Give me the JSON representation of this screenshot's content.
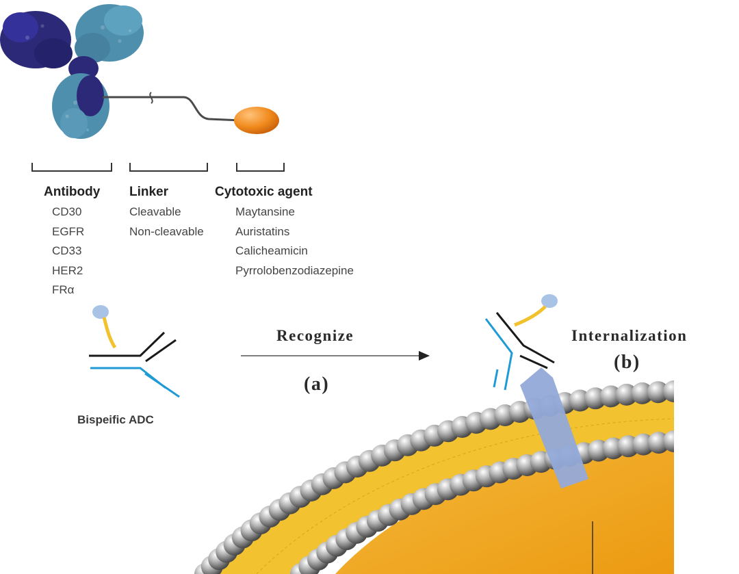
{
  "adc": {
    "antibody": {
      "heading": "Antibody",
      "items": [
        "CD30",
        "EGFR",
        "CD33",
        "HER2",
        "FRα"
      ]
    },
    "linker": {
      "heading": "Linker",
      "items": [
        "Cleavable",
        "Non-cleavable"
      ]
    },
    "cytotoxic": {
      "heading": "Cytotoxic agent",
      "items": [
        "Maytansine",
        "Auristatins",
        "Calicheamicin",
        "Pyrrolobenzodiazepine"
      ]
    }
  },
  "bispecific_label": "Bispeific ADC",
  "steps": {
    "recognize": "Recognize",
    "recognize_tag": "(a)",
    "internalization": "Internalization",
    "internalization_tag": "(b)"
  },
  "colors": {
    "antibody_dark": "#2c2a78",
    "antibody_teal": "#4f8fae",
    "payload": "#f08a1c",
    "heavy_chain": "#1a1a1a",
    "light_chain": "#1f9ad6",
    "linker_yellow": "#f2c12e",
    "drug_blob": "#a9c3e6",
    "membrane_bead": "#9a9a9a",
    "membrane_core": "#f2c230",
    "cytoplasm": "#f0a720",
    "receptor": "#93a9d9"
  }
}
